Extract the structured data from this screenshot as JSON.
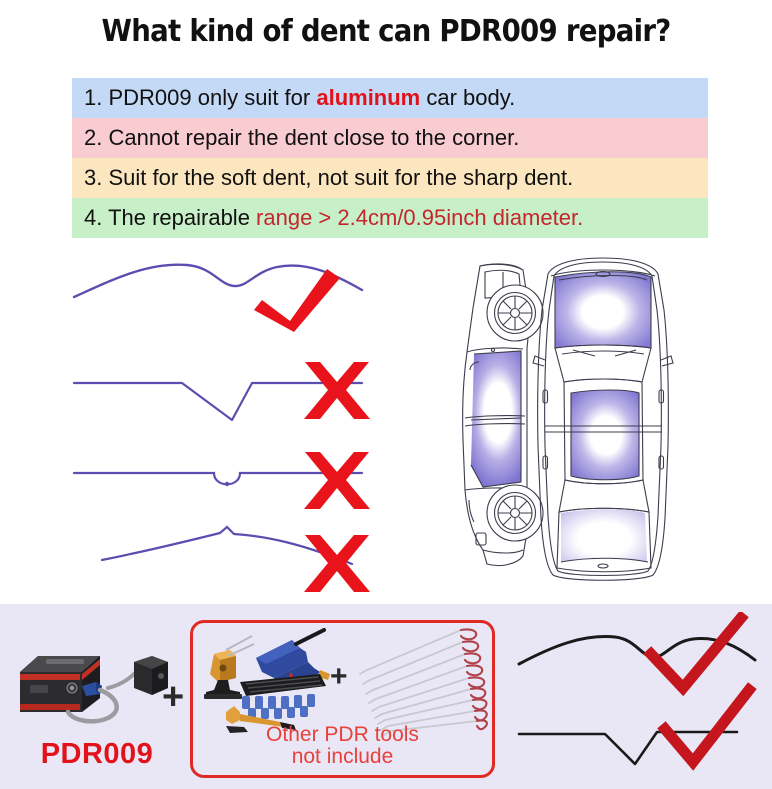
{
  "title": "What kind of dent can PDR009 repair?",
  "bullets": [
    {
      "bg": "#c3d9f5",
      "segments": [
        {
          "text": "1. PDR009 only suit for ",
          "style": "plain"
        },
        {
          "text": "aluminum",
          "style": "red-bold"
        },
        {
          "text": " car body.",
          "style": "plain"
        }
      ],
      "plain_text": "1. PDR009 only suit for aluminum car body."
    },
    {
      "bg": "#f9ccd2",
      "segments": [
        {
          "text": "2. Cannot repair the dent close to the corner.",
          "style": "plain"
        }
      ],
      "plain_text": "2. Cannot repair the dent close to the corner."
    },
    {
      "bg": "#fce6bf",
      "segments": [
        {
          "text": "3. Suit for the soft dent, not suit for the sharp dent.",
          "style": "plain"
        }
      ],
      "plain_text": "3. Suit for the soft dent, not suit for the sharp dent."
    },
    {
      "bg": "#c8f0c8",
      "segments": [
        {
          "text": "4. The repairable ",
          "style": "plain"
        },
        {
          "text": "range > 2.4cm/0.95inch diameter.",
          "style": "red"
        }
      ],
      "plain_text": "4. The repairable range > 2.4cm/0.95inch diameter."
    }
  ],
  "dent_diagrams": [
    {
      "name": "soft-broad-dent",
      "verdict": "check",
      "verdict_symbol": "✔"
    },
    {
      "name": "sharp-v-dent",
      "verdict": "cross",
      "verdict_symbol": "X"
    },
    {
      "name": "small-pinpoint-dent",
      "verdict": "cross",
      "verdict_symbol": "X"
    },
    {
      "name": "creased-ridge-dent",
      "verdict": "cross",
      "verdict_symbol": "X"
    }
  ],
  "cars": {
    "side_view_label": "car-side-view",
    "top_view_label": "car-top-view",
    "highlight_color": "#7b6fd0",
    "outline_color": "#3a3a4a"
  },
  "bottom": {
    "device_label": "PDR009",
    "tools_caption_line1": "Other PDR tools",
    "tools_caption_line2": "not include",
    "plus_1": "+",
    "plus_2": "+",
    "result_diagrams": [
      {
        "name": "soft-broad-dent-result",
        "verdict_symbol": "✔"
      },
      {
        "name": "sharp-v-dent-result",
        "verdict_symbol": "✔"
      }
    ]
  },
  "colors": {
    "accent_red": "#e1121a",
    "curve_purple": "#5a4fb0",
    "mark_red": "#e8131b",
    "bottom_bg": "#e9e7f6",
    "box_border": "#e02b25"
  }
}
